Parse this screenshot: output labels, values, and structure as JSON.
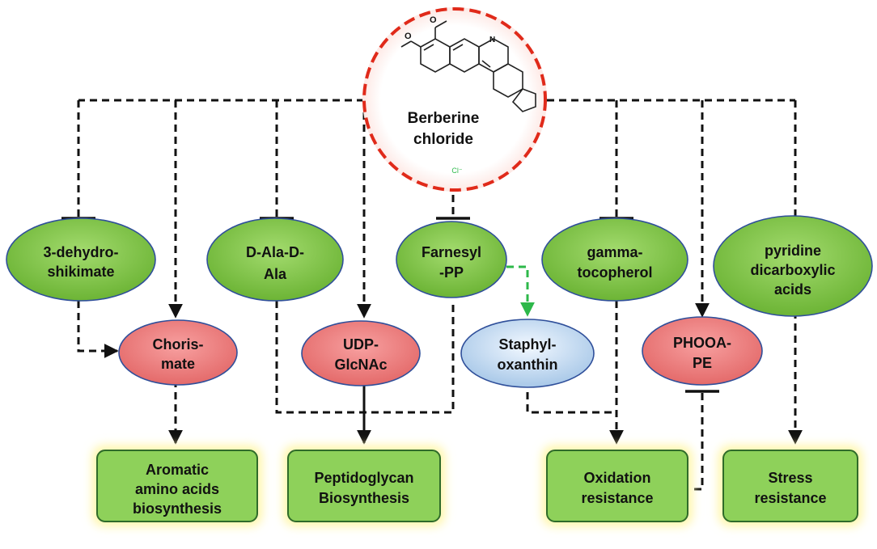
{
  "compound": {
    "label_line1": "Berberine",
    "label_line2": "chloride",
    "counter_ion": "Cl⁻",
    "icon": "berberine-structure-icon"
  },
  "inhibited_metabolites": [
    {
      "id": "dehydroshikimate",
      "lines": [
        "3-dehydro-",
        "shikimate"
      ]
    },
    {
      "id": "d-ala-d-ala",
      "lines": [
        "D-Ala-D-",
        "Ala"
      ]
    },
    {
      "id": "farnesyl-pp",
      "lines": [
        "Farnesyl",
        "-PP"
      ]
    },
    {
      "id": "gamma-tocopherol",
      "lines": [
        "gamma-",
        "tocopherol"
      ]
    },
    {
      "id": "pyridine-dicarboxylic-acids",
      "lines": [
        "pyridine",
        "dicarboxylic",
        "acids"
      ]
    }
  ],
  "induced_metabolites": [
    {
      "id": "chorismate",
      "lines": [
        "Choris-",
        "mate"
      ]
    },
    {
      "id": "udp-glcnac",
      "lines": [
        "UDP-",
        "GlcNAc"
      ]
    },
    {
      "id": "staphyloxanthin",
      "lines": [
        "Staphyl-",
        "oxanthin"
      ]
    },
    {
      "id": "phooa-pe",
      "lines": [
        "PHOOA-",
        "PE"
      ]
    }
  ],
  "processes": [
    {
      "id": "aromatic",
      "lines": [
        "Aromatic",
        "amino acids",
        "biosynthesis"
      ]
    },
    {
      "id": "peptidoglycan",
      "lines": [
        "Peptidoglycan",
        "Biosynthesis"
      ]
    },
    {
      "id": "oxidation",
      "lines": [
        "Oxidation",
        "resistance"
      ]
    },
    {
      "id": "stress",
      "lines": [
        "Stress",
        "resistance"
      ]
    }
  ],
  "colors": {
    "inhibited_fill": "#7cc242",
    "induced_fill": "#ef7f7f",
    "staphyloxanthin_fill": "#cfe3f5",
    "process_fill": "#8ed15a",
    "process_glow": "#fff6a8",
    "compound_ring": "#e02a1a",
    "arrow": "#111111",
    "green_arrow": "#2db84a"
  }
}
